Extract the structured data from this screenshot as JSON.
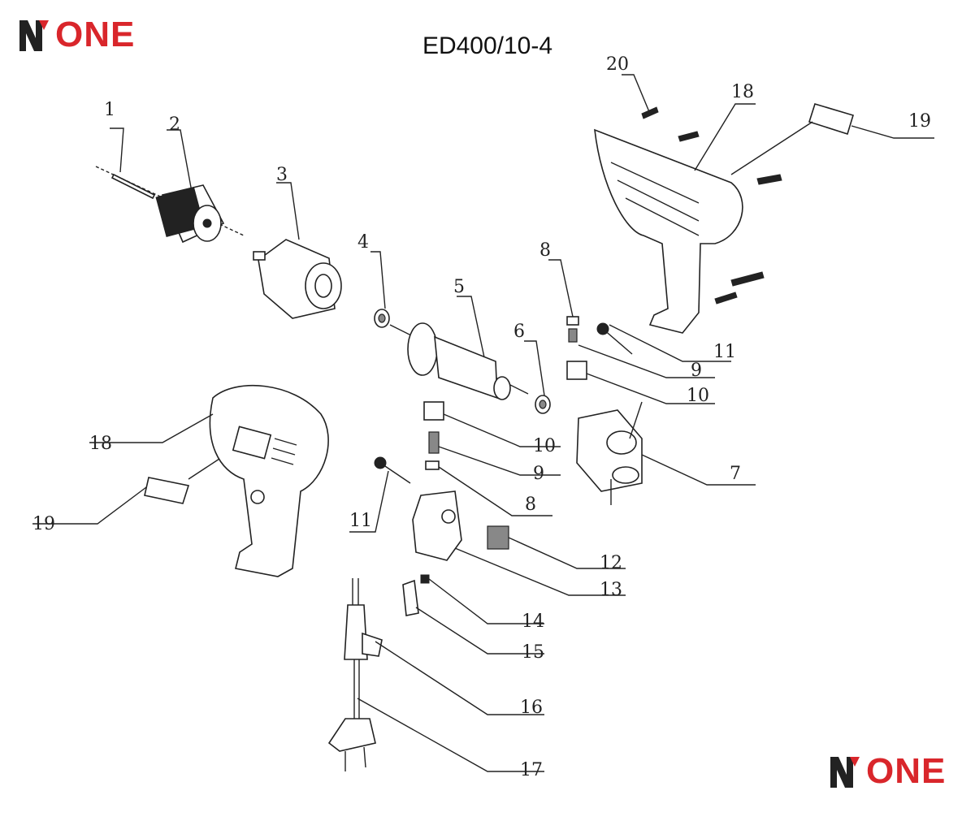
{
  "title": "ED400/10-4",
  "logo": {
    "mark": "N",
    "text": "ONE",
    "brand_color": "#d9262b",
    "mark_color": "#222222"
  },
  "callouts": [
    "1",
    "2",
    "3",
    "4",
    "5",
    "6",
    "7",
    "8",
    "9",
    "10",
    "11",
    "12",
    "13",
    "14",
    "15",
    "16",
    "17",
    "18",
    "19",
    "20"
  ],
  "labels": {
    "n1": "1",
    "n2": "2",
    "n3": "3",
    "n4": "4",
    "n5": "5",
    "n6": "6",
    "n7": "7",
    "n8a": "8",
    "n8b": "8",
    "n9a": "9",
    "n9b": "9",
    "n10a": "10",
    "n10b": "10",
    "n11a": "11",
    "n11b": "11",
    "n12": "12",
    "n13": "13",
    "n14": "14",
    "n15": "15",
    "n16": "16",
    "n17": "17",
    "n18a": "18",
    "n18b": "18",
    "n19a": "19",
    "n19b": "19",
    "n20": "20"
  }
}
